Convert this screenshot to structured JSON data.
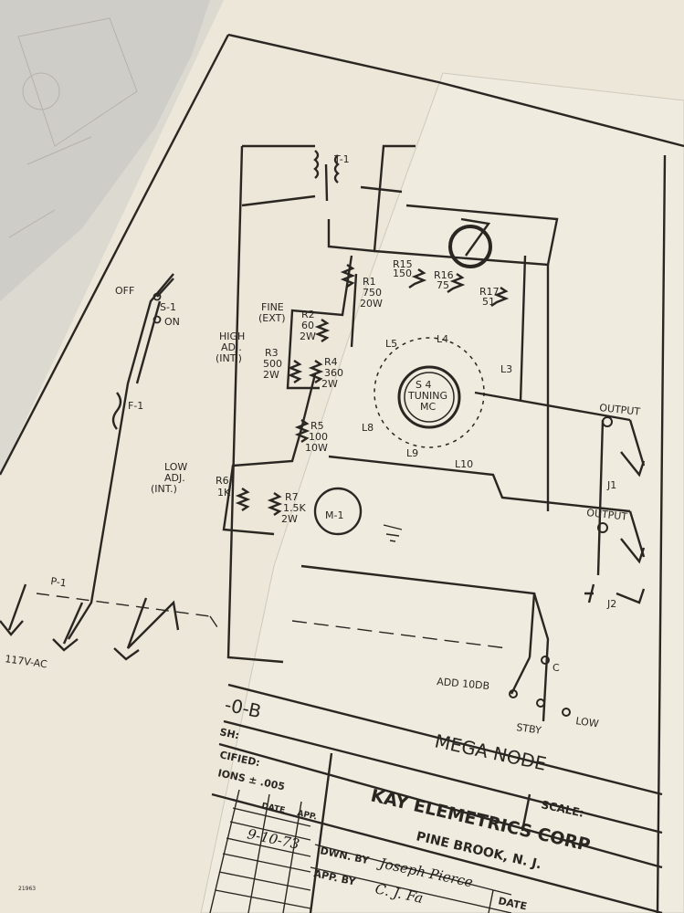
{
  "schematic": {
    "components": {
      "transformer": "T-1",
      "switch": "S-1",
      "switch_off": "OFF",
      "switch_on": "ON",
      "fuse": "F-1",
      "plug": "P-1",
      "mains": "117V-AC",
      "r1": [
        "R1",
        "750",
        "20W"
      ],
      "r2_note": [
        "FINE",
        "(EXT)"
      ],
      "r2": [
        "R2",
        "60",
        "2W"
      ],
      "r3_note": [
        "HIGH",
        "ADJ.",
        "(INT.)"
      ],
      "r3": [
        "R3",
        "500",
        "2W"
      ],
      "r4": [
        "R4",
        "360",
        "2W"
      ],
      "r5": [
        "R5",
        "100",
        "10W"
      ],
      "r6_note": [
        "LOW",
        "ADJ.",
        "(INT.)"
      ],
      "r6": [
        "R6",
        "1K"
      ],
      "r7": [
        "R7",
        "1.5K",
        "2W"
      ],
      "r15": [
        "R15",
        "150"
      ],
      "r16": [
        "R16",
        "75"
      ],
      "r17": [
        "R17",
        "51"
      ],
      "meter": "M-1",
      "s4": [
        "S 4",
        "TUNING",
        "MC"
      ],
      "coils": [
        "L4",
        "L5",
        "L3",
        "L8",
        "L9",
        "L10"
      ],
      "output1": "OUTPUT",
      "j1": "J1",
      "output2": "OUTPUT",
      "j2": "J2",
      "add": "ADD 10DB",
      "c": "C",
      "stby": "STBY",
      "low": "LOW"
    },
    "title_block": {
      "part_no": "-0-B",
      "finish": "SH:",
      "spec1": "CIFIED:",
      "spec2": "IONS ± .005",
      "date_col": "DATE",
      "app_col": "APP.",
      "rev_date": "9-10-73",
      "title": "MEGA NODE",
      "scale": "SCALE:",
      "company": "KAY ELEMETRICS CORP",
      "location": "PINE BROOK, N. J.",
      "drawn_by_label": "DWN. BY",
      "drawn_by": "Joseph Pierce",
      "approved_by_label": "APP. BY",
      "approved_by": "C. J. Fa",
      "date_label": "DATE",
      "corner_code": "21963"
    }
  }
}
